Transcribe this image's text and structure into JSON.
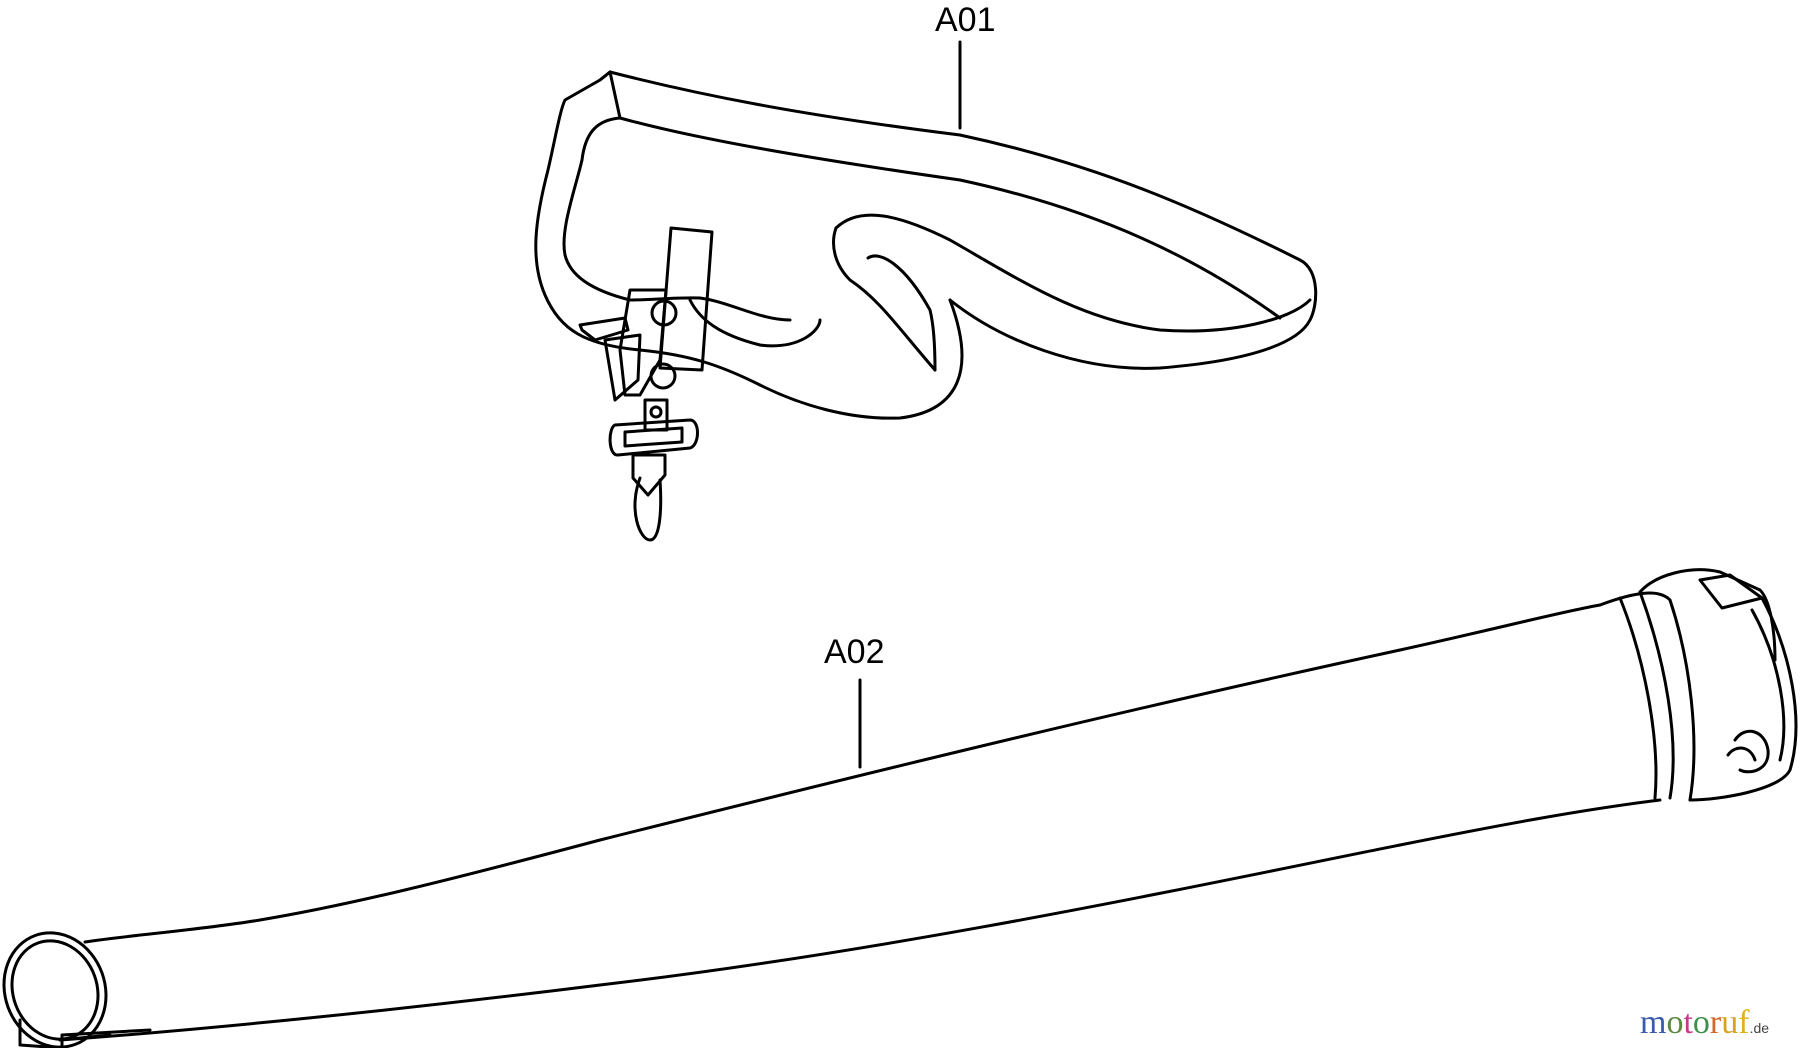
{
  "diagram": {
    "type": "exploded parts diagram",
    "parts": [
      {
        "id": "A01",
        "label": "A01",
        "description": "shoulder strap with clip"
      },
      {
        "id": "A02",
        "label": "A02",
        "description": "blower tube"
      }
    ]
  },
  "watermark": {
    "letters": [
      {
        "char": "m",
        "color": "#3a5bab"
      },
      {
        "char": "o",
        "color": "#5a8a3c"
      },
      {
        "char": "t",
        "color": "#c23a8a"
      },
      {
        "char": "o",
        "color": "#3e8f4a"
      },
      {
        "char": "r",
        "color": "#d2672a"
      },
      {
        "char": "u",
        "color": "#d8a21a"
      },
      {
        "char": "f",
        "color": "#e0b020"
      }
    ],
    "tld": ".de"
  },
  "colors": {
    "line": "#000000",
    "background": "#ffffff"
  }
}
